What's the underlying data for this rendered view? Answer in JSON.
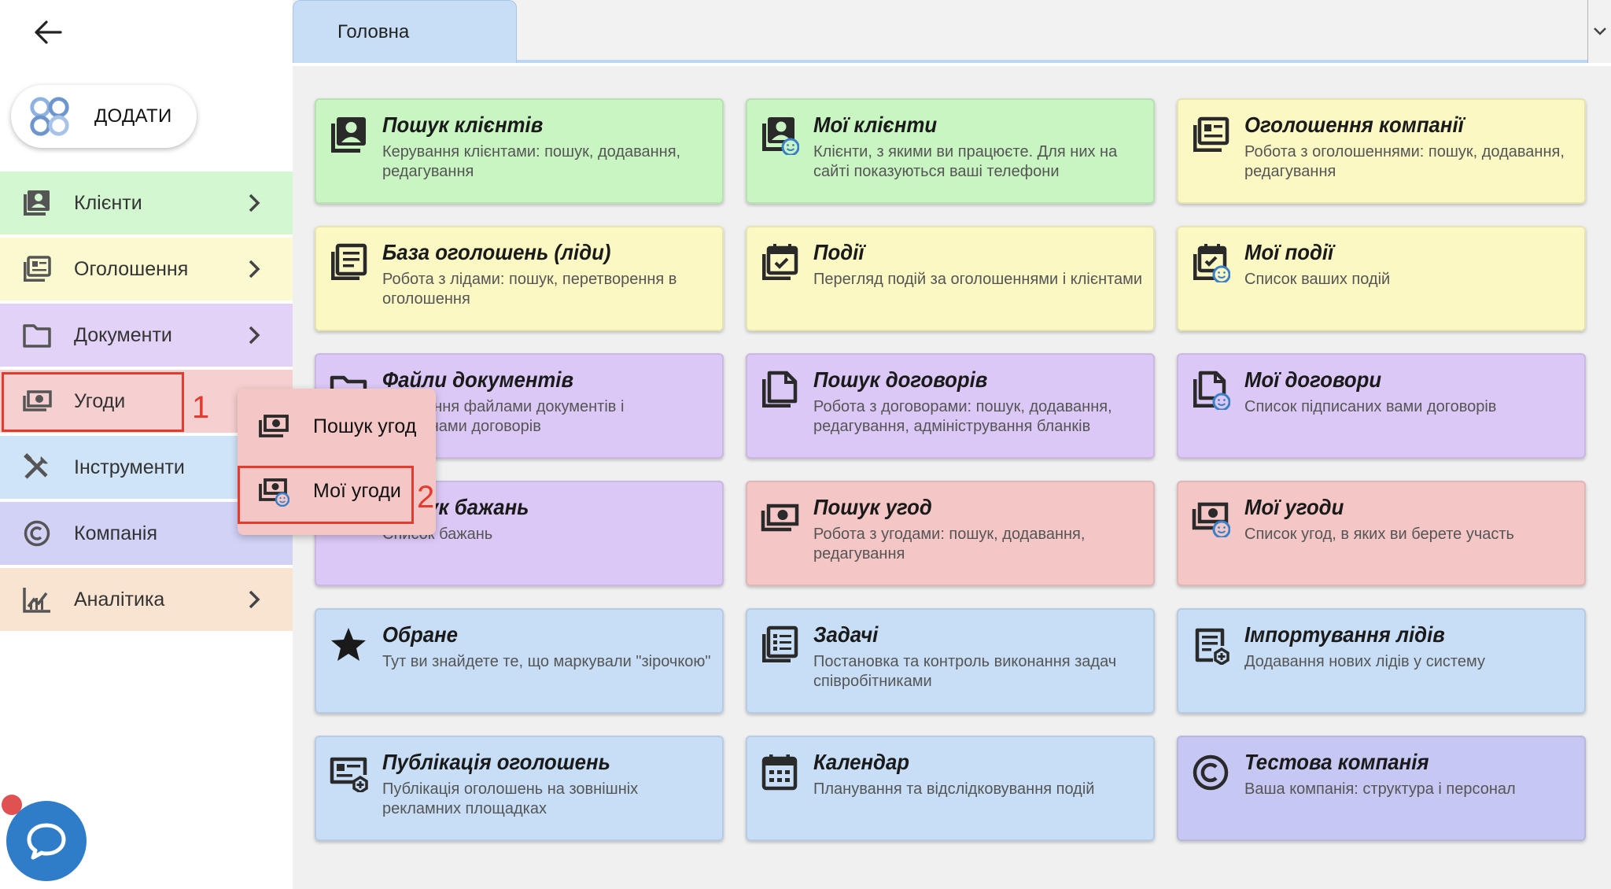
{
  "sidebar": {
    "add_label": "ДОДАТИ",
    "items": [
      {
        "label": "Клієнти",
        "icon": "client-card-icon",
        "color": "#d3f7d0"
      },
      {
        "label": "Оголошення",
        "icon": "announcement-icon",
        "color": "#fbf9cf"
      },
      {
        "label": "Документи",
        "icon": "folder-icon",
        "color": "#e3d2f8"
      },
      {
        "label": "Угоди",
        "icon": "money-icon",
        "color": "#f6d0d0"
      },
      {
        "label": "Інструменти",
        "icon": "tools-icon",
        "color": "#d0e4f8"
      },
      {
        "label": "Компанія",
        "icon": "copyright-icon",
        "color": "#d2d2f7"
      },
      {
        "label": "Аналітика",
        "icon": "analytics-icon",
        "color": "#f9e4d2"
      }
    ]
  },
  "tabs": {
    "home": "Головна"
  },
  "popup": {
    "items": [
      {
        "label": "Пошук угод"
      },
      {
        "label": "Мої угоди"
      }
    ]
  },
  "annotations": [
    "1",
    "2"
  ],
  "cards": [
    {
      "title": "Пошук клієнтів",
      "desc": "Керування клієнтами: пошук, додавання, редагування",
      "color": "green",
      "icon": "client-card-icon"
    },
    {
      "title": "Мої клієнти",
      "desc": "Клієнти, з якими ви працюєте. Для них на сайті показуються ваші телефони",
      "color": "green",
      "icon": "my-clients-icon"
    },
    {
      "title": "Оголошення компанії",
      "desc": "Робота з оголошеннями: пошук, додавання, редагування",
      "color": "yellow",
      "icon": "announcement-icon"
    },
    {
      "title": "База оголошень (ліди)",
      "desc": "Робота з лідами: пошук, перетворення в оголошення",
      "color": "yellow",
      "icon": "leads-base-icon"
    },
    {
      "title": "Події",
      "desc": "Перегляд подій за оголошеннями і клієнтами",
      "color": "yellow",
      "icon": "calendar-check-icon"
    },
    {
      "title": "Мої події",
      "desc": "Список ваших подій",
      "color": "yellow",
      "icon": "my-events-icon"
    },
    {
      "title": "Файли документів",
      "desc": "Керування файлами документів і шаблонами договорів",
      "color": "violet",
      "icon": "folder-icon"
    },
    {
      "title": "Пошук договорів",
      "desc": "Робота з договорами: пошук, додавання, редагування, адміністрування бланків",
      "color": "violet",
      "icon": "contracts-icon"
    },
    {
      "title": "Мої договори",
      "desc": "Список підписаних вами договорів",
      "color": "violet",
      "icon": "my-contracts-icon"
    },
    {
      "title": "Пошук бажань",
      "desc": "Список бажань",
      "color": "violet",
      "icon": "wishes-icon"
    },
    {
      "title": "Пошук угод",
      "desc": "Робота з угодами: пошук, додавання, редагування",
      "color": "pink",
      "icon": "money-icon"
    },
    {
      "title": "Мої угоди",
      "desc": "Список угод, в яких ви берете участь",
      "color": "pink",
      "icon": "my-deals-icon"
    },
    {
      "title": "Обране",
      "desc": "Тут ви знайдете те, що маркували \"зірочкою\"",
      "color": "blue",
      "icon": "star-icon"
    },
    {
      "title": "Задачі",
      "desc": "Постановка та контроль виконання задач співробітниками",
      "color": "blue",
      "icon": "tasks-icon"
    },
    {
      "title": "Імпортування лідів",
      "desc": "Додавання нових лідів у систему",
      "color": "blue",
      "icon": "import-leads-icon"
    },
    {
      "title": "Публікація оголошень",
      "desc": "Публікація оголошень на зовнішніх рекламних площадках",
      "color": "blue",
      "icon": "publish-icon"
    },
    {
      "title": "Календар",
      "desc": "Планування та відслідковування подій",
      "color": "blue",
      "icon": "calendar-icon"
    },
    {
      "title": "Тестова компанія",
      "desc": "Ваша компанія: структура і персонал",
      "color": "lilac",
      "icon": "copyright-icon"
    }
  ]
}
